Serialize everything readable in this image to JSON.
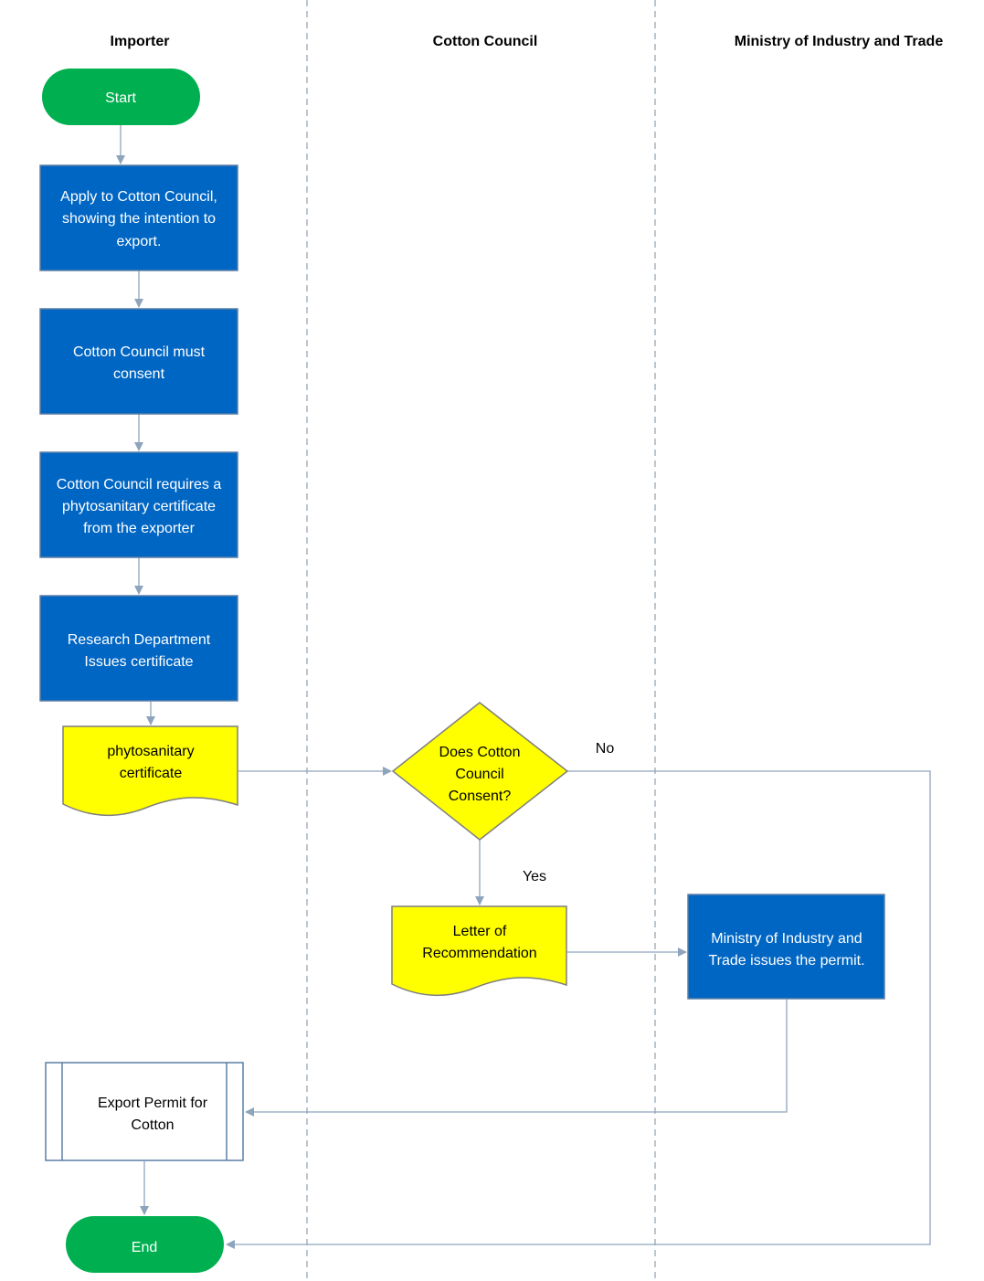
{
  "colors": {
    "process_fill": "#0066c4",
    "process_stroke": "#5a7fa6",
    "terminal_fill": "#00b050",
    "document_fill": "#ffff00",
    "document_stroke": "#7f7f7f",
    "decision_fill": "#ffff00",
    "connector": "#8ea4bc",
    "lane_divider": "#9aa8b4"
  },
  "lanes": {
    "importer": "Importer",
    "cotton_council": "Cotton Council",
    "ministry": "Ministry of Industry and Trade"
  },
  "nodes": {
    "start": {
      "label": "Start",
      "shape": "terminal"
    },
    "apply": {
      "lines": [
        "Apply to Cotton Council,",
        "showing the intention to",
        "export."
      ],
      "shape": "process"
    },
    "consent": {
      "lines": [
        "Cotton Council must",
        "consent"
      ],
      "shape": "process"
    },
    "requires": {
      "lines": [
        "Cotton Council requires a",
        "phytosanitary certificate",
        "from the exporter"
      ],
      "shape": "process"
    },
    "research": {
      "lines": [
        "Research Department",
        "Issues certificate"
      ],
      "shape": "process"
    },
    "phyto_doc": {
      "lines": [
        "phytosanitary",
        "certificate"
      ],
      "shape": "document"
    },
    "decision": {
      "lines": [
        "Does Cotton",
        "Council",
        "Consent?"
      ],
      "shape": "decision"
    },
    "letter": {
      "lines": [
        "Letter of",
        "Recommendation"
      ],
      "shape": "document"
    },
    "ministry_issue": {
      "lines": [
        "Ministry of Industry and",
        "Trade issues the permit."
      ],
      "shape": "process"
    },
    "export_permit": {
      "lines": [
        "Export Permit for",
        "Cotton"
      ],
      "shape": "predefined-process"
    },
    "end": {
      "label": "End",
      "shape": "terminal"
    }
  },
  "edges": {
    "no_label": "No",
    "yes_label": "Yes"
  }
}
